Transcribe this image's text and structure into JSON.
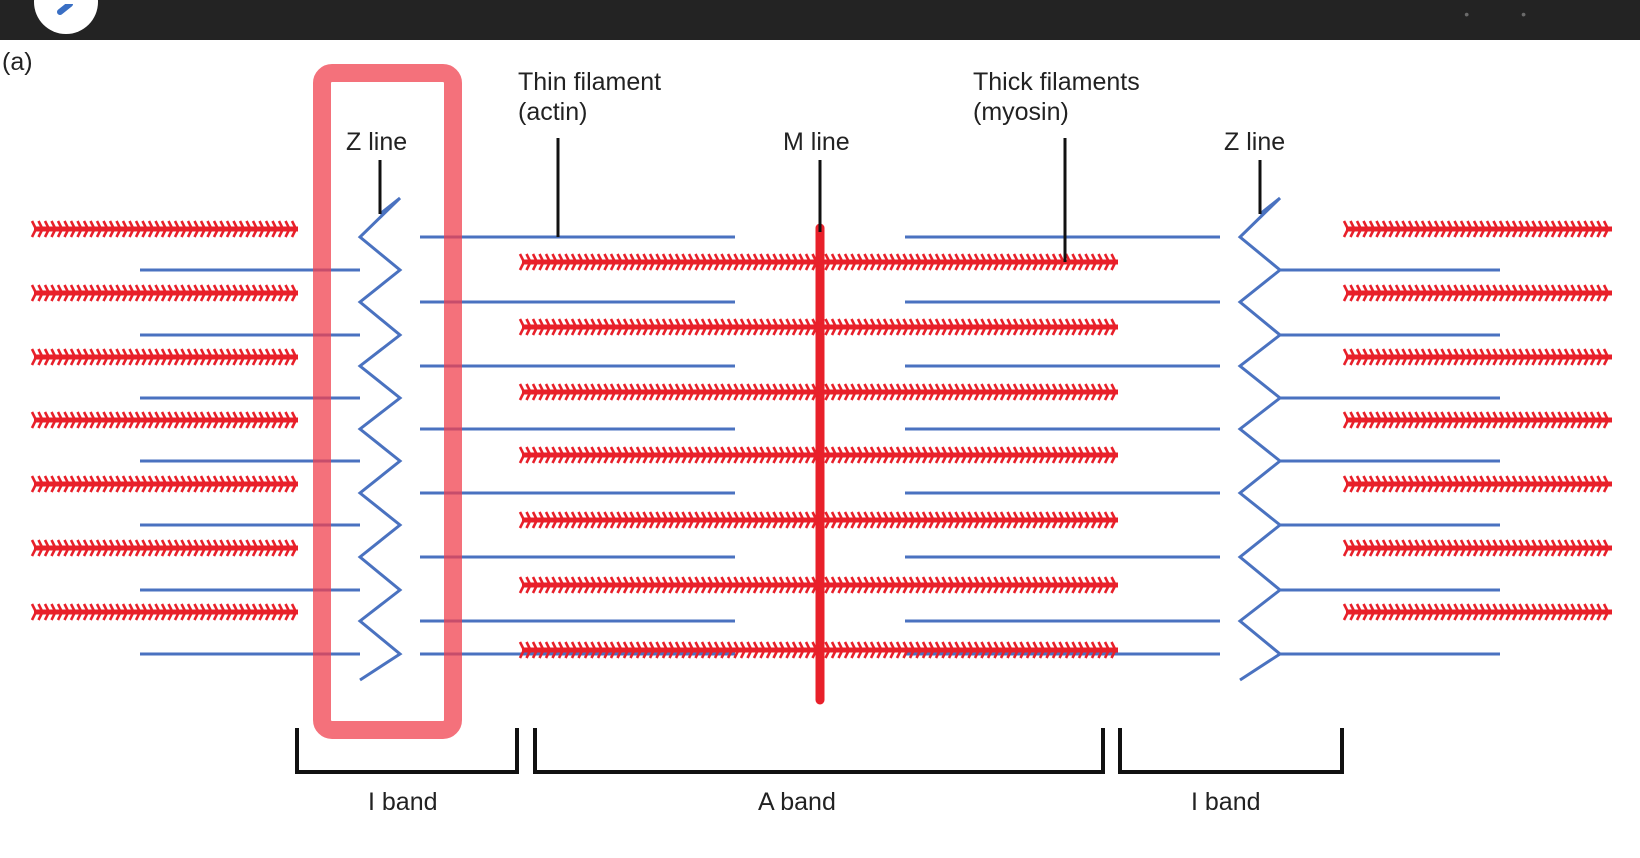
{
  "panel_label": "(a)",
  "labels": {
    "thin_filament_line1": "Thin filament",
    "thin_filament_line2": "(actin)",
    "thick_filament_line1": "Thick filaments",
    "thick_filament_line2": "(myosin)",
    "z_line_left": "Z line",
    "z_line_right": "Z line",
    "m_line": "M line",
    "i_band_left": "I band",
    "a_band": "A band",
    "i_band_right": "I band"
  },
  "colors": {
    "thick_filament": "#e8202a",
    "thin_filament": "#4a72c0",
    "highlight": "#f0424f",
    "leader": "#111111",
    "topbar": "#232323"
  },
  "icons": {
    "back": "chevron-left-icon"
  }
}
